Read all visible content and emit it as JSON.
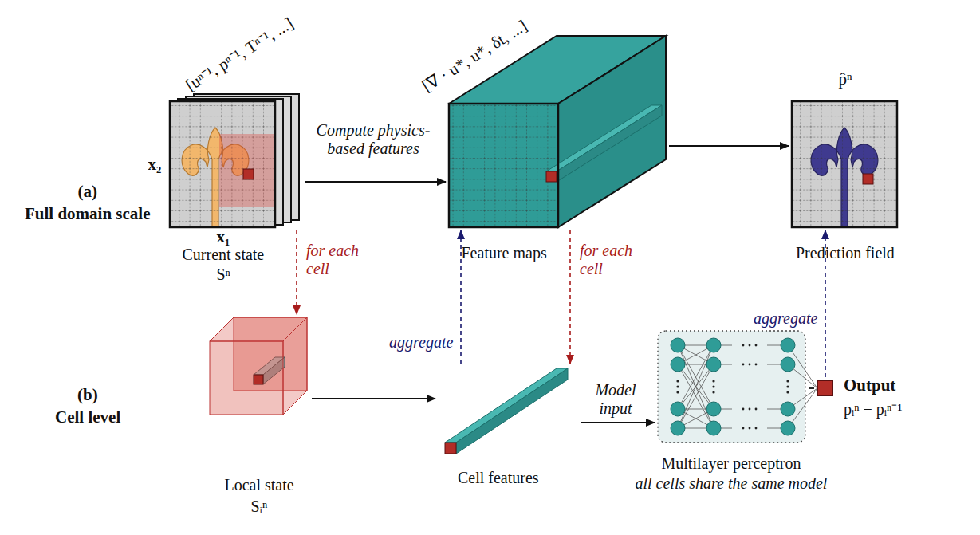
{
  "diagram": {
    "nodes": [
      {
        "text": [
          "[uⁿ⁻¹, pⁿ⁻¹, Tⁿ⁻¹, ...]",
          "Current state",
          "Sⁿ"
        ]
      },
      {
        "text": [
          "[∇ · u*, u*, δt, ...]",
          "Feature maps"
        ]
      },
      {
        "text": [
          "p̂ⁿ",
          "Prediction field"
        ]
      },
      {
        "text": [
          "Local state",
          "Sᵢⁿ"
        ]
      },
      {
        "text": [
          "Cell features"
        ]
      },
      {
        "text": [
          "Multilayer perceptron",
          "all cells share the same model"
        ]
      },
      {
        "text": [
          "Output",
          "pᵢⁿ − pᵢⁿ⁻¹"
        ]
      }
    ],
    "edges": [
      {
        "from": 0,
        "to": 1,
        "label": "Compute physics-based features",
        "arrow": "to"
      },
      {
        "from": 1,
        "to": 2,
        "arrow": "to"
      },
      {
        "from": 0,
        "to": 3,
        "label": "for each cell",
        "arrow": "to"
      },
      {
        "from": 1,
        "to": 4,
        "label": "for each cell",
        "arrow": "to"
      },
      {
        "from": 4,
        "to": 1,
        "label": "aggregate",
        "arrow": "to"
      },
      {
        "from": 6,
        "to": 2,
        "label": "aggregate",
        "arrow": "to"
      },
      {
        "from": 3,
        "to": 4,
        "arrow": "to"
      },
      {
        "from": 4,
        "to": 5,
        "label": "Model input",
        "arrow": "to"
      },
      {
        "from": 5,
        "to": 6,
        "arrow": "none"
      }
    ],
    "labels": [
      "(a)",
      "Full domain scale",
      "(b)",
      "Cell level",
      "x₂",
      "x₁"
    ]
  }
}
